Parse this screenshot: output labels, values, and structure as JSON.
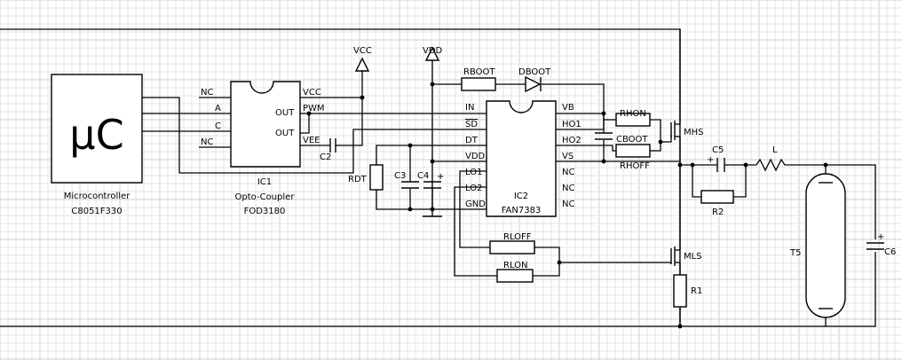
{
  "mcu": {
    "symbol": "µC",
    "name": "Microcontroller",
    "part": "C8051F330"
  },
  "ic1": {
    "ref": "IC1",
    "name": "Opto-Coupler",
    "part": "FOD3180",
    "left_pins": [
      "NC",
      "A",
      "C",
      "NC"
    ],
    "right_pins": [
      "VCC",
      "OUT",
      "OUT",
      "VEE"
    ],
    "pwm": "PWM"
  },
  "ic2": {
    "ref": "IC2",
    "part": "FAN7383",
    "left_pins": [
      "IN",
      "SD",
      "DT",
      "VDD",
      "LO1",
      "LO2",
      "GND"
    ],
    "right_pins": [
      "VB",
      "HO1",
      "HO2",
      "VS",
      "NC",
      "NC",
      "NC"
    ]
  },
  "rails": {
    "vcc": "VCC",
    "vdd": "VDD"
  },
  "parts": {
    "rboot": "RBOOT",
    "dboot": "DBOOT",
    "rhon": "RHON",
    "rhoff": "RHOFF",
    "cboot": "CBOOT",
    "mhs": "MHS",
    "mls": "MLS",
    "c2": "C2",
    "c3": "C3",
    "c4": "C4",
    "rdt": "RDT",
    "rloff": "RLOFF",
    "rlon": "RLON",
    "r1": "R1",
    "c5": "C5",
    "r2": "R2",
    "l": "L",
    "t5": "T5",
    "c6": "C6",
    "plus": "+"
  }
}
